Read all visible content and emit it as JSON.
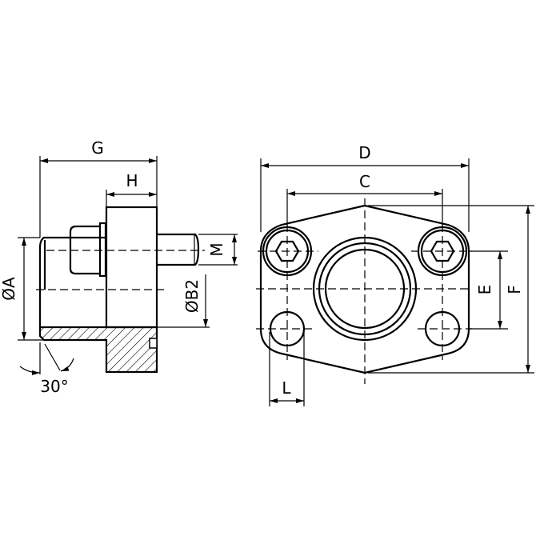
{
  "side_view": {
    "labels": {
      "G": "G",
      "H": "H",
      "A": "ØA",
      "B2": "ØB2",
      "M": "M",
      "angle": "30°"
    }
  },
  "front_view": {
    "labels": {
      "D": "D",
      "C": "C",
      "E": "E",
      "F": "F",
      "L": "L"
    }
  },
  "colors": {
    "line": "#000000",
    "background": "#ffffff"
  }
}
